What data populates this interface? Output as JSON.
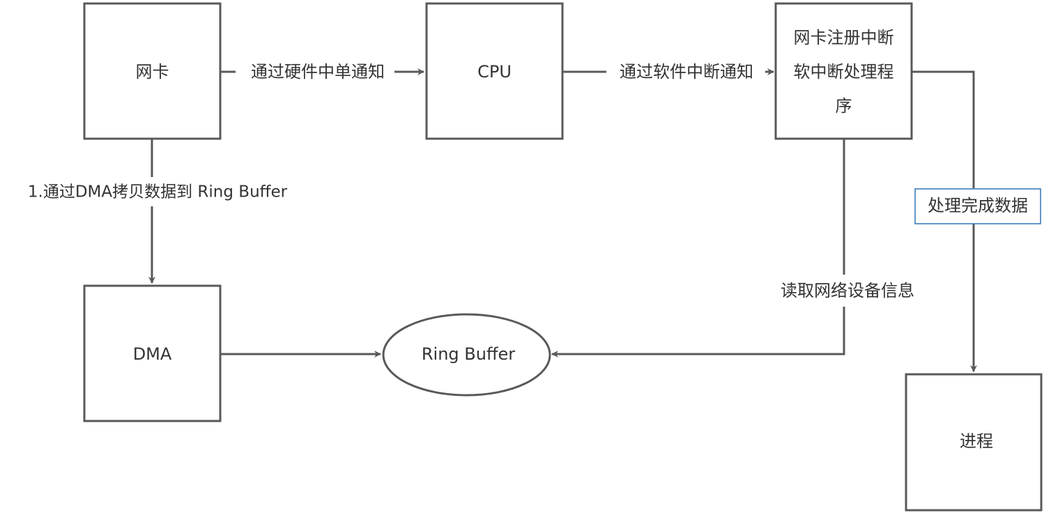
{
  "colors": {
    "stroke": "#595959",
    "text": "#333333",
    "highlight_border": "#2f74b5",
    "background": "#ffffff"
  },
  "nodes": {
    "nic": "网卡",
    "cpu": "CPU",
    "handler_line1": "网卡注册中断",
    "handler_line2": "软中断处理程",
    "handler_line3": "序",
    "dma": "DMA",
    "ring_buffer": "Ring Buffer",
    "process": "进程"
  },
  "edges": {
    "nic_to_cpu": "通过硬件中单通知",
    "cpu_to_handler": "通过软件中断通知",
    "nic_to_dma": "1.通过DMA拷贝数据到 Ring Buffer",
    "handler_to_ring": "读取网络设备信息",
    "handler_to_process": "处理完成数据"
  }
}
